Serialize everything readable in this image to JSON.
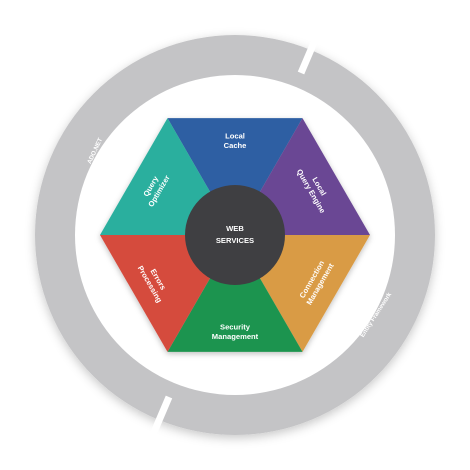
{
  "center": {
    "lines": [
      "WEB",
      "SERVICES"
    ],
    "color": "#3f3f42"
  },
  "outer_ring": {
    "color": "#c4c4c6",
    "label_left": "ADO.NET",
    "label_right": "Entity Framework"
  },
  "segments": [
    {
      "id": "local-cache",
      "lines": [
        "Local",
        "Cache"
      ],
      "color": "#2e5fa3",
      "icon": "none"
    },
    {
      "id": "local-query-engine",
      "lines": [
        "Local",
        "Query Engine"
      ],
      "color": "#6b4794",
      "icon": "none"
    },
    {
      "id": "connection-management",
      "lines": [
        "Connection",
        "Management"
      ],
      "color": "#d99b45",
      "icon": "none"
    },
    {
      "id": "security-management",
      "lines": [
        "Security",
        "Management"
      ],
      "color": "#1f9450",
      "icon": "none"
    },
    {
      "id": "errors-processing",
      "lines": [
        "Errors",
        "Processing"
      ],
      "color": "#d54b3e",
      "icon": "none"
    },
    {
      "id": "query-optimizer",
      "lines": [
        "Query",
        "Optimizer"
      ],
      "color": "#2aaf9e",
      "icon": "none"
    }
  ]
}
